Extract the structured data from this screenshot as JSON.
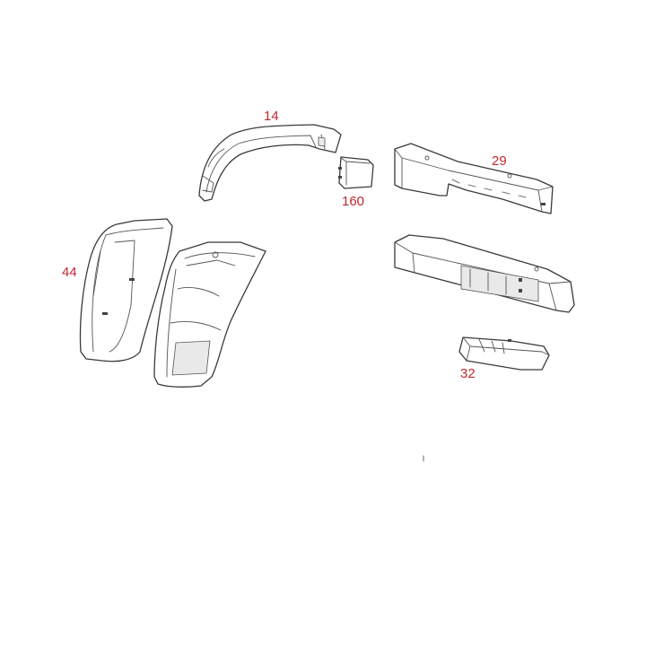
{
  "callouts": {
    "part_14": "14",
    "part_160": "160",
    "part_29": "29",
    "part_44": "44",
    "part_32": "32"
  },
  "colors": {
    "callout": "#c0282d",
    "line": "#3a3a3a",
    "background": "#ffffff"
  }
}
